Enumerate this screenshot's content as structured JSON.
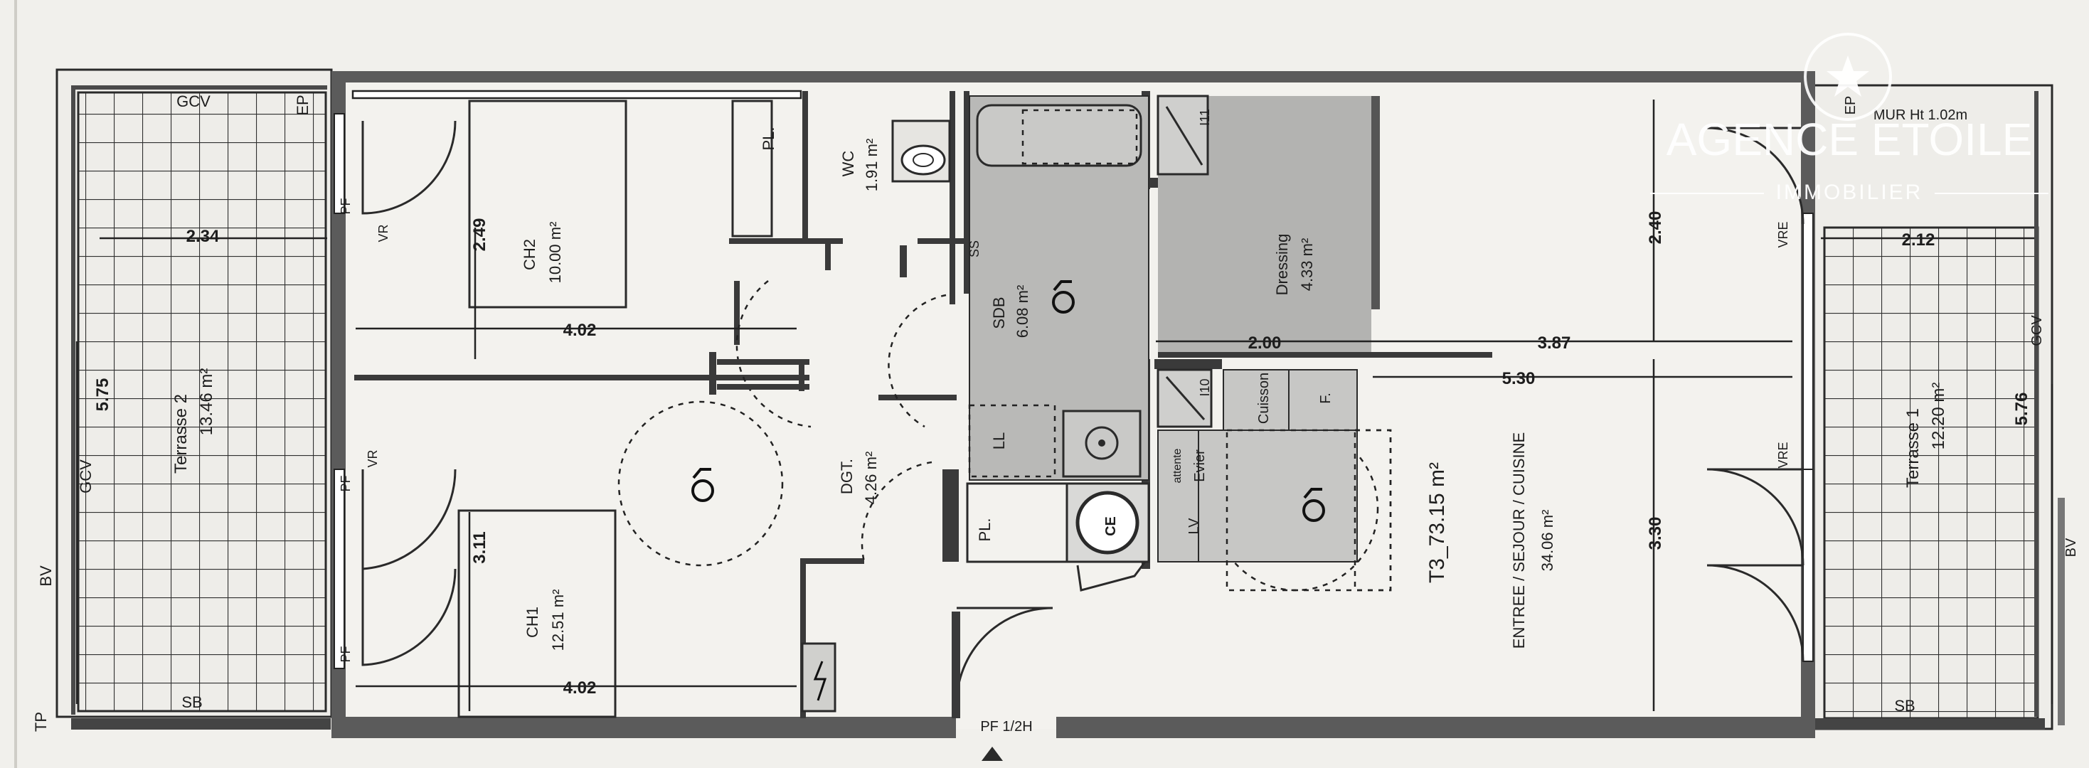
{
  "labels": {
    "terrasse2": "Terrasse 2",
    "terrasse2_area": "13.46 m²",
    "terrasse1": "Terrasse 1",
    "terrasse1_area": "12.20 m²",
    "ch2": "CH2",
    "ch2_area": "10.00 m²",
    "ch1": "CH1",
    "ch1_area": "12.51 m²",
    "wc": "WC",
    "wc_area": "1.91 m²",
    "pl": "PL.",
    "dgt": "DGT.",
    "dgt_area": "4.26 m²",
    "sdb": "SDB",
    "sdb_area": "6.08 m²",
    "ll": "LL",
    "dressing": "Dressing",
    "dressing_area": "4.33 m²",
    "i11": "I11",
    "i10": "I10",
    "cuisson": "Cuisson",
    "f": "F.",
    "attente": "attente",
    "evier": "Evier",
    "lv": "LV",
    "ce": "CE",
    "t3": "T3_73.15 m²",
    "sejour": "ENTREE / SEJOUR / CUISINE",
    "sejour_area": "34.06 m²",
    "gcv": "GCV",
    "ep": "EP",
    "pf": "PF",
    "vr": "VR",
    "vre": "VRE",
    "sb": "SB",
    "bv": "BV",
    "tp": "TP",
    "pf_entry": "PF 1/2H",
    "mur": "MUR Ht 1.02m"
  },
  "dimensions": {
    "d234": "2.34",
    "d575": "5.75",
    "d249": "2.49",
    "d402a": "4.02",
    "d311": "3.11",
    "d402b": "4.02",
    "d200": "2.00",
    "d387": "3.87",
    "d530": "5.30",
    "d240": "2.40",
    "d330": "3.30",
    "d212": "2.12",
    "d576": "5.76"
  },
  "watermark": {
    "name": "AGENCE ETOILE",
    "sub": "IMMOBILIER"
  }
}
